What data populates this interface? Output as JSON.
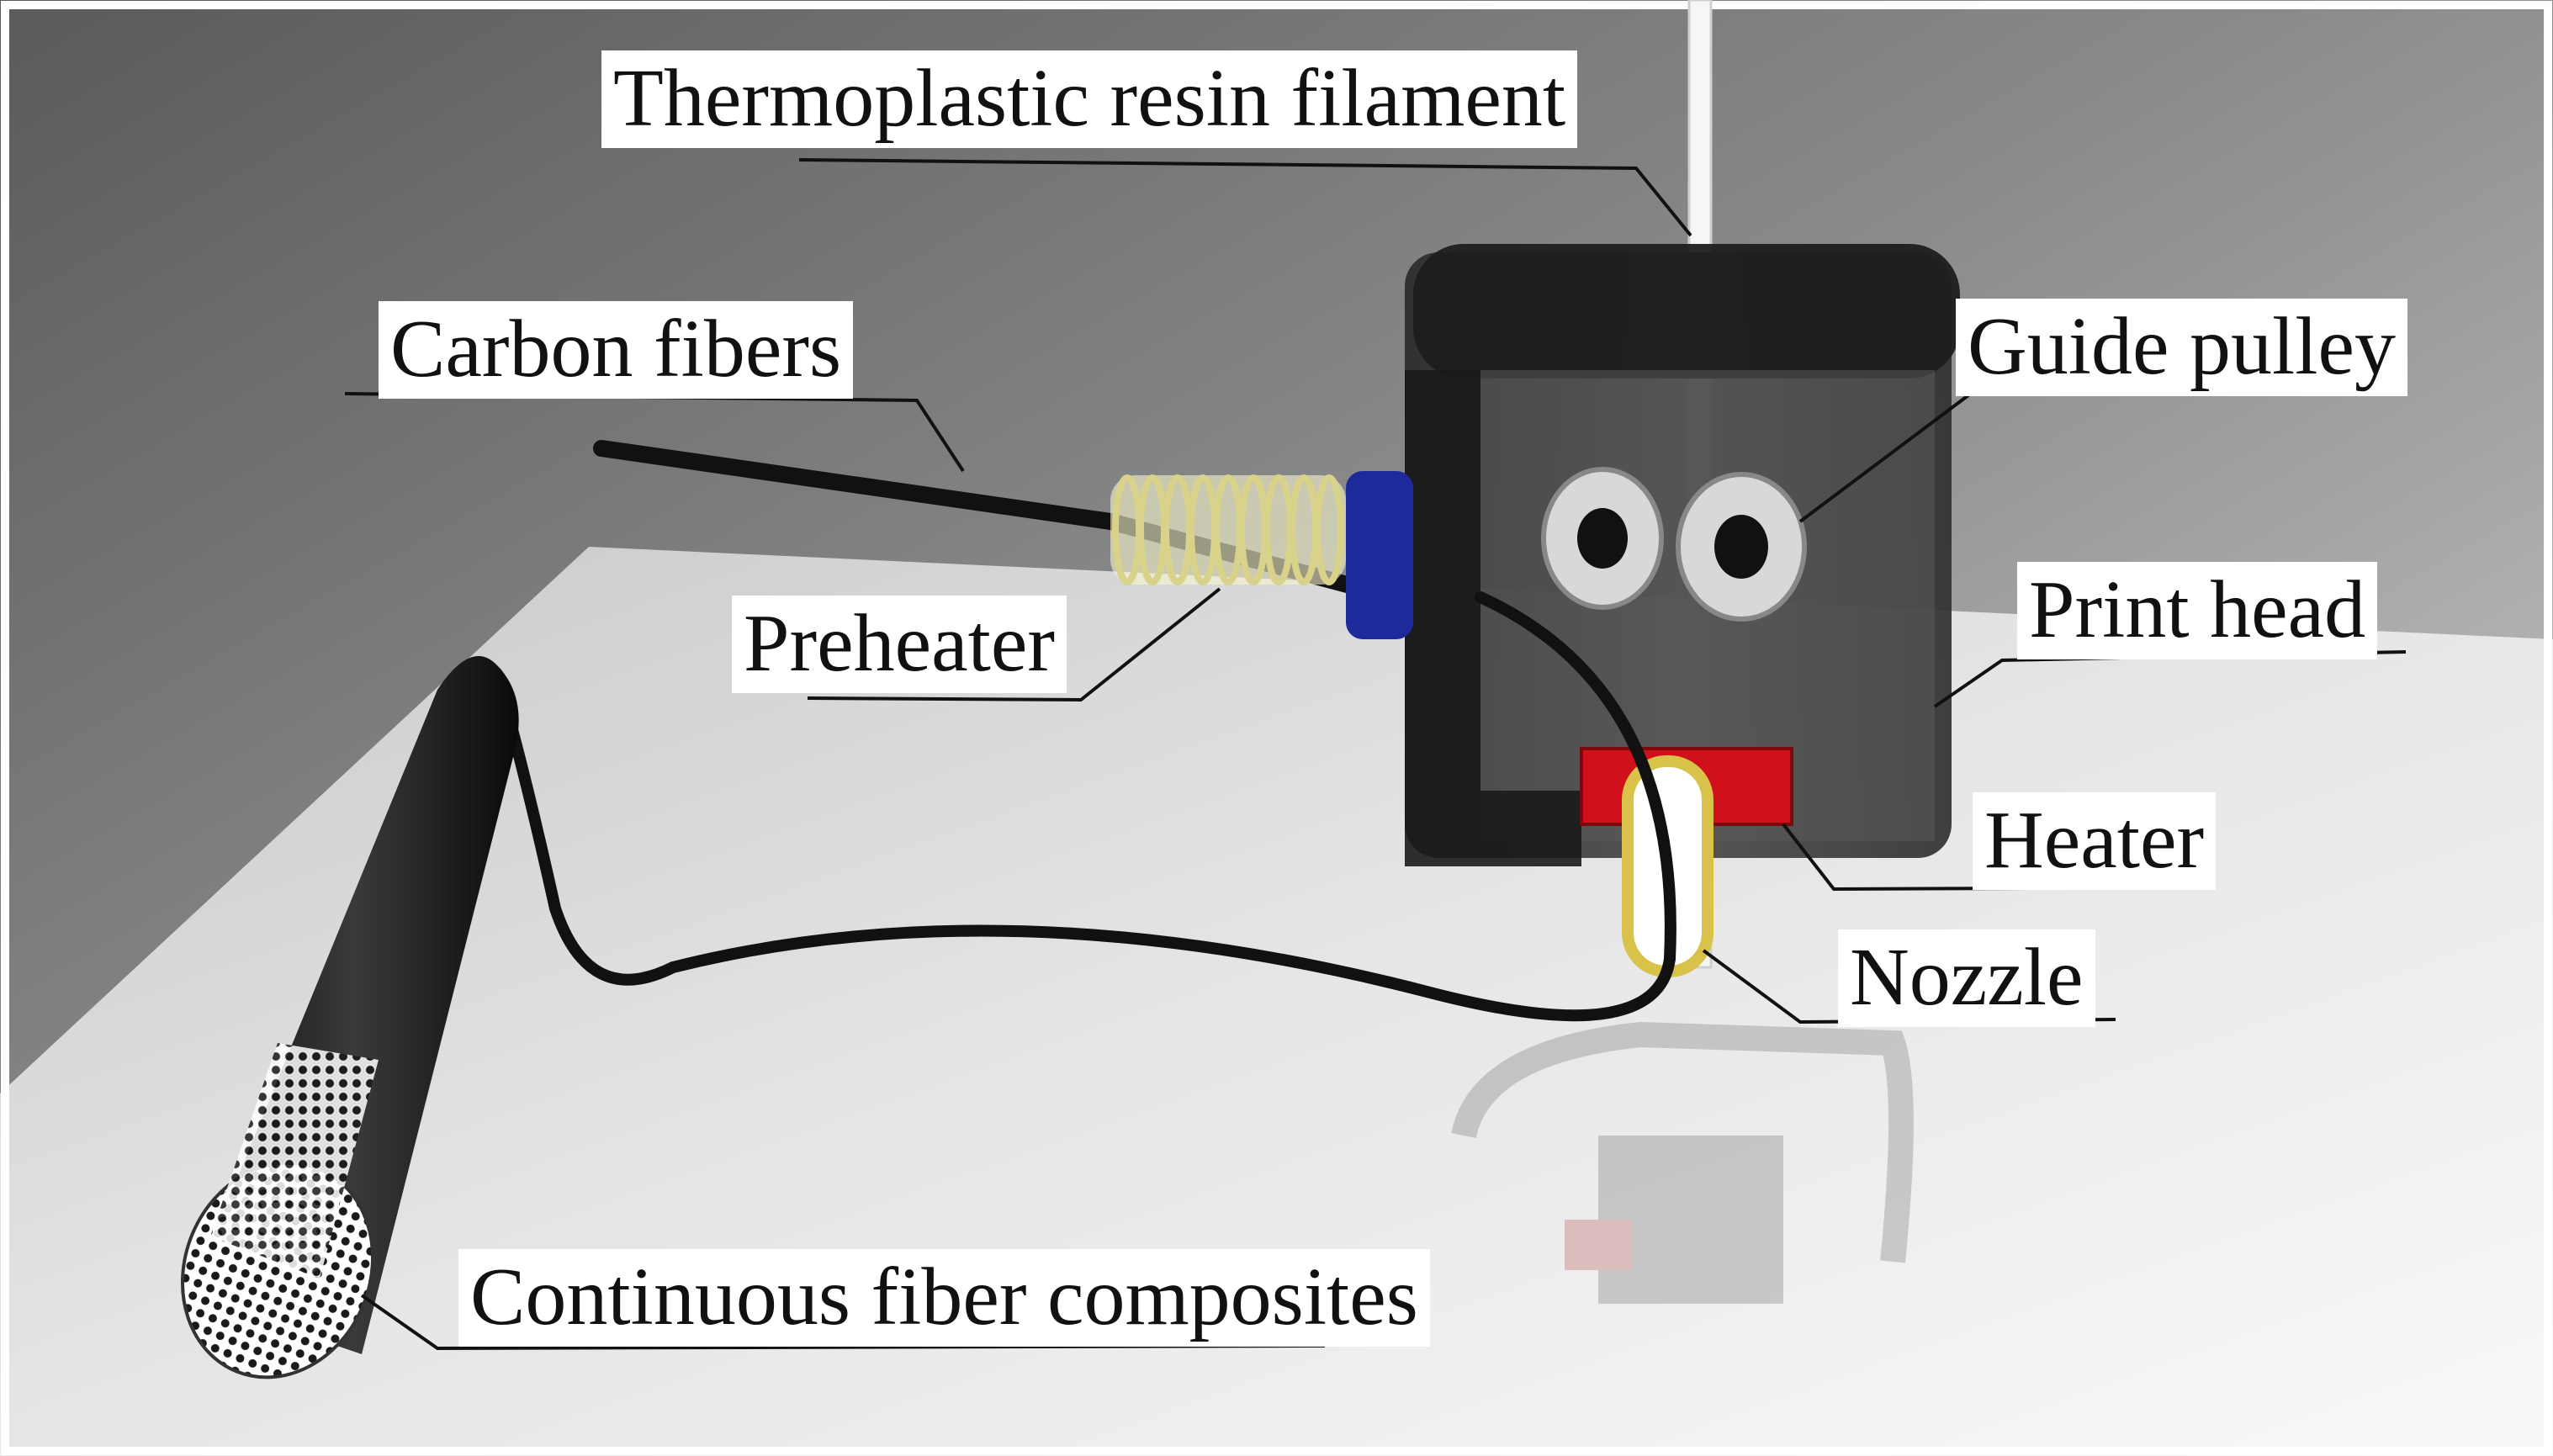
{
  "labels": {
    "thermoplastic_filament": "Thermoplastic resin filament",
    "carbon_fibers": "Carbon fibers",
    "guide_pulley": "Guide pulley",
    "preheater": "Preheater",
    "print_head": "Print head",
    "heater": "Heater",
    "nozzle": "Nozzle",
    "continuous_fiber_composites": "Continuous fiber composites"
  },
  "colors": {
    "background_top": "#6e6e6e",
    "surface": "#e8e8e8",
    "print_head_body": "#3a3a3a",
    "preheater_coil": "#f3f0b8",
    "preheater_mount": "#1f2a9a",
    "heater_block": "#d0101a",
    "nozzle": "#d9c24a",
    "fiber": "#111111"
  }
}
